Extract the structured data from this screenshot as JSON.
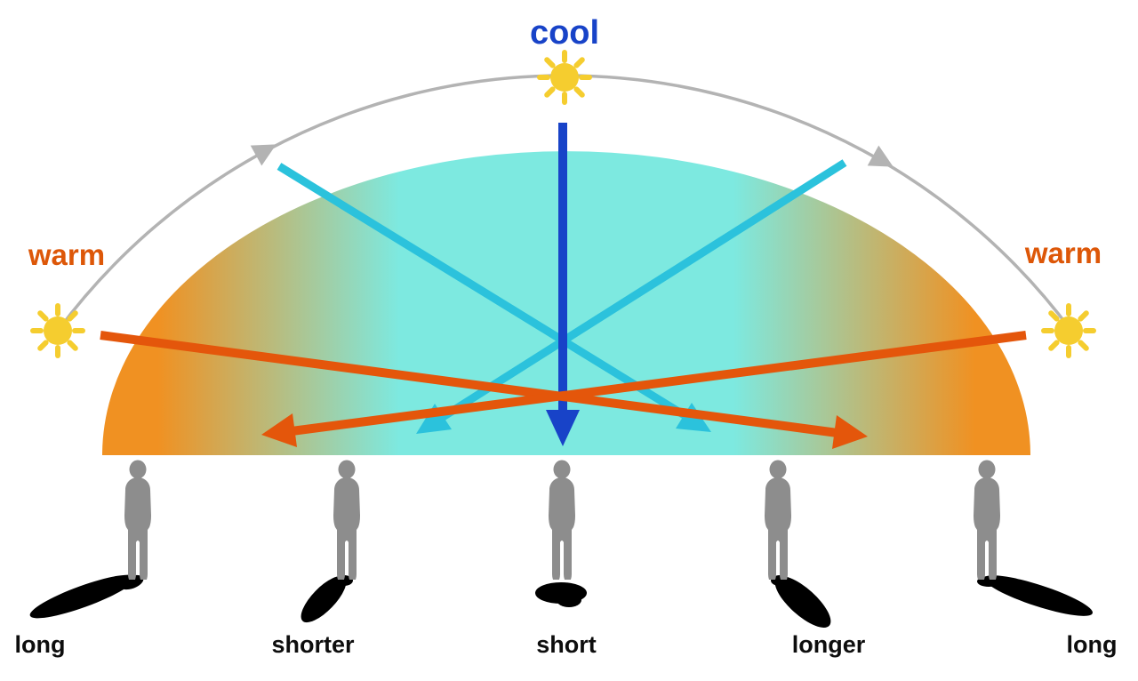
{
  "diagram": {
    "sun_path": {
      "cool_label": "cool",
      "warm_left_label": "warm",
      "warm_right_label": "warm"
    },
    "shadow_labels": [
      "long",
      "shorter",
      "short",
      "longer",
      "long"
    ],
    "colors": {
      "cool_label": "#1843c8",
      "cool_arrow": "#1843c8",
      "warm_label": "#dd5708",
      "warm_arrow": "#e4560b",
      "sky_arrow": "#2bc2dc",
      "sun": "#f5cd2f",
      "sun_path_arc": "#b3b3b3",
      "dome_center": "#7de9e0",
      "dome_edge": "#f09122",
      "figure": "#8d8d8d",
      "shadow": "#000000"
    }
  }
}
